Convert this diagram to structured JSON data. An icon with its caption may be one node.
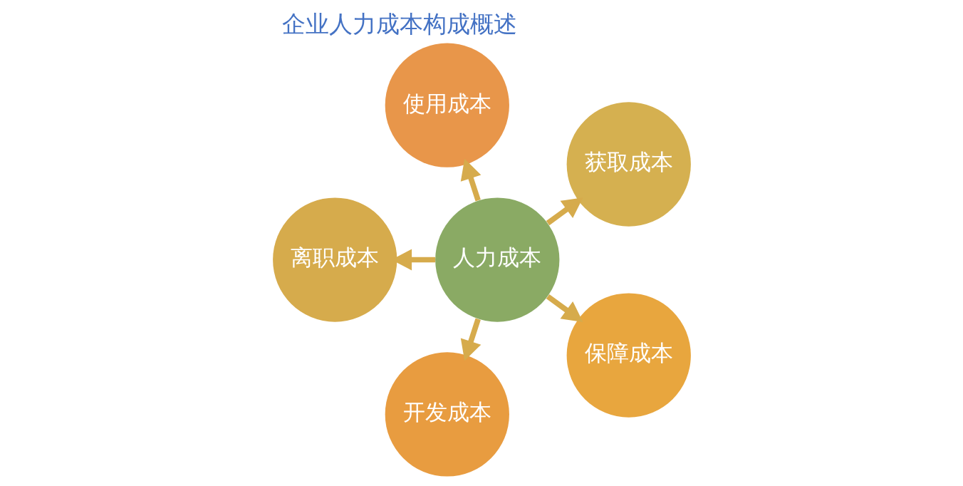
{
  "diagram": {
    "title": "企业人力成本构成概述",
    "nodes": [
      {
        "text": [
          "获取成本"
        ]
      },
      {
        "text": [
          "使用成本"
        ]
      },
      {
        "text": [
          "人力成本"
        ]
      },
      {
        "text": [
          "离职成本"
        ]
      },
      {
        "text": [
          "开发成本"
        ]
      },
      {
        "text": [
          "保障成本"
        ]
      }
    ],
    "edges": [
      {
        "from": 2,
        "to": 0,
        "arrow": "to"
      },
      {
        "from": 2,
        "to": 3,
        "arrow": "to"
      },
      {
        "from": 2,
        "to": 5,
        "arrow": "to"
      },
      {
        "from": 2,
        "to": 4,
        "arrow": "to"
      },
      {
        "from": 2,
        "to": 1,
        "arrow": "to"
      }
    ]
  }
}
